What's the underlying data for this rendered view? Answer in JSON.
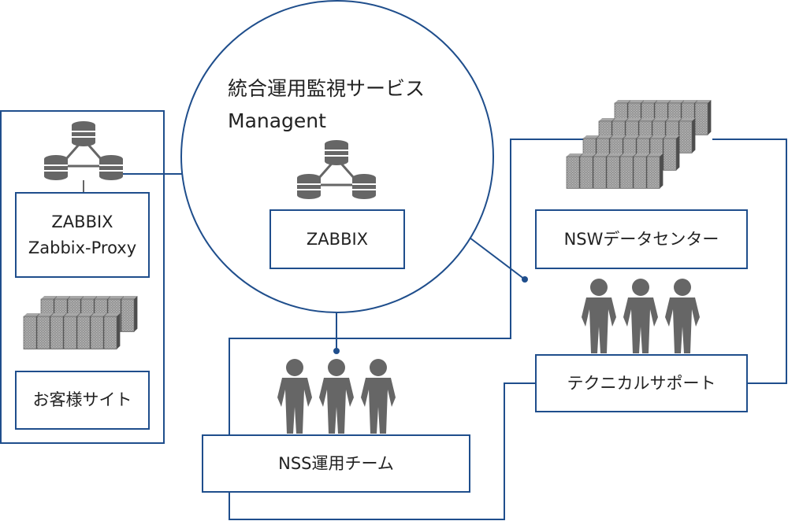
{
  "service": {
    "title": "統合運用監視サービス\nManagent",
    "zabbix_label": "ZABBIX"
  },
  "customer": {
    "zabbix_label": "ZABBIX\nZabbix-Proxy",
    "site_label": "お客様サイト"
  },
  "datacenter": {
    "label": "NSWデータセンター"
  },
  "support": {
    "label": "テクニカルサポート"
  },
  "operations": {
    "label": "NSS運用チーム"
  },
  "colors": {
    "line": "#1f4e8c",
    "icon": "#6e6e6e"
  }
}
